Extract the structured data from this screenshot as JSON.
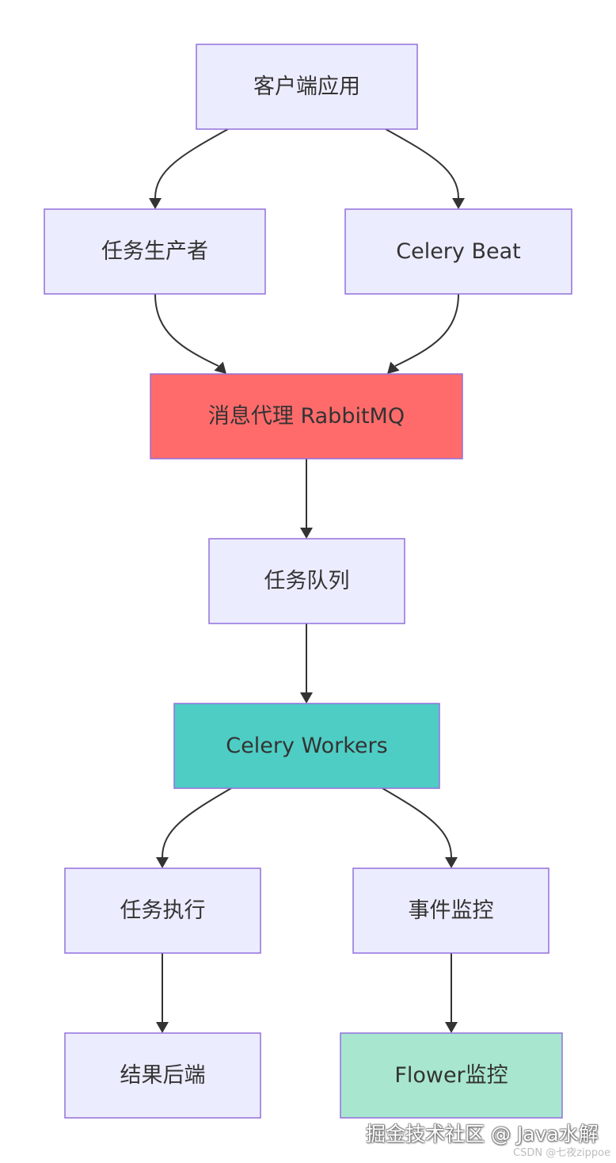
{
  "diagram": {
    "type": "flowchart",
    "direction": "top-down",
    "colors": {
      "default_fill": "#ECECFF",
      "border": "#9370DB",
      "edge": "#333333",
      "text": "#333333"
    },
    "nodes": [
      {
        "id": "client",
        "label": "客户端应用",
        "fill": "#ECECFF"
      },
      {
        "id": "producer",
        "label": "任务生产者",
        "fill": "#ECECFF"
      },
      {
        "id": "beat",
        "label": "Celery Beat",
        "fill": "#ECECFF"
      },
      {
        "id": "broker",
        "label": "消息代理 RabbitMQ",
        "fill": "#FF6B6B"
      },
      {
        "id": "queue",
        "label": "任务队列",
        "fill": "#ECECFF"
      },
      {
        "id": "workers",
        "label": "Celery Workers",
        "fill": "#4ECDC4"
      },
      {
        "id": "exec",
        "label": "任务执行",
        "fill": "#ECECFF"
      },
      {
        "id": "events",
        "label": "事件监控",
        "fill": "#ECECFF"
      },
      {
        "id": "backend",
        "label": "结果后端",
        "fill": "#ECECFF"
      },
      {
        "id": "flower",
        "label": "Flower监控",
        "fill": "#A8E6CF"
      }
    ],
    "edges": [
      {
        "from": "client",
        "to": "producer"
      },
      {
        "from": "client",
        "to": "beat"
      },
      {
        "from": "producer",
        "to": "broker"
      },
      {
        "from": "beat",
        "to": "broker"
      },
      {
        "from": "broker",
        "to": "queue"
      },
      {
        "from": "queue",
        "to": "workers"
      },
      {
        "from": "workers",
        "to": "exec"
      },
      {
        "from": "workers",
        "to": "events"
      },
      {
        "from": "exec",
        "to": "backend"
      },
      {
        "from": "events",
        "to": "flower"
      }
    ]
  },
  "watermark": {
    "primary": "掘金技术社区 @ Java水解",
    "secondary": "CSDN @七夜zippoe"
  }
}
